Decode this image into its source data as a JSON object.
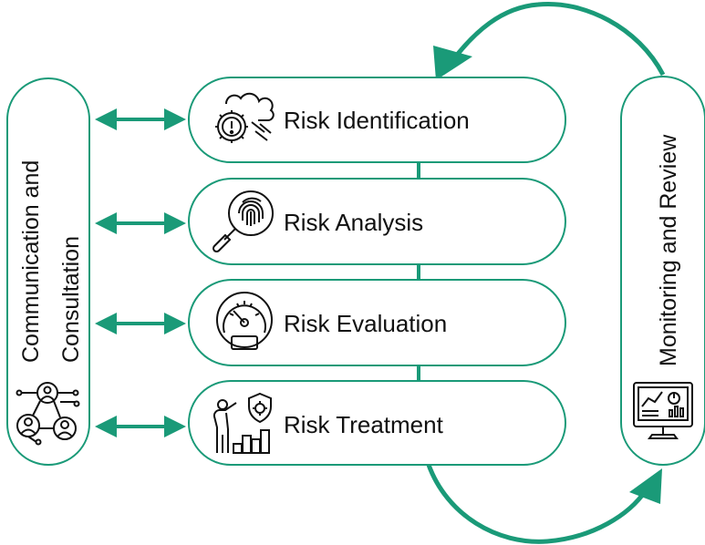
{
  "accent_color": "#1a9a78",
  "left_panel": {
    "title_line1": "Communication and",
    "title_line2": "Consultation",
    "icon": "network-people-icon"
  },
  "right_panel": {
    "title": "Monitoring and Review",
    "icon": "monitor-dashboard-icon"
  },
  "steps": [
    {
      "label": "Risk Identification",
      "icon": "cloud-gear-alert-icon"
    },
    {
      "label": "Risk Analysis",
      "icon": "fingerprint-magnifier-icon"
    },
    {
      "label": "Risk Evaluation",
      "icon": "speedometer-gauge-icon"
    },
    {
      "label": "Risk Treatment",
      "icon": "presenter-shield-gear-icon"
    }
  ]
}
